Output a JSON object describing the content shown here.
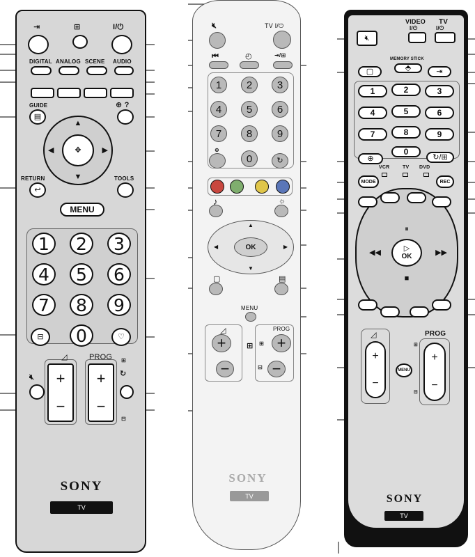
{
  "remote_1": {
    "labels": {
      "digital": "DIGITAL",
      "analog": "ANALOG",
      "scene": "SCENE",
      "audio": "AUDIO",
      "guide": "GUIDE",
      "return": "RETURN",
      "tools": "TOOLS",
      "menu": "MENU",
      "prog": "PROG"
    },
    "numbers": [
      "1",
      "2",
      "3",
      "4",
      "5",
      "6",
      "7",
      "8",
      "9",
      "0"
    ],
    "plus": "+",
    "minus": "−",
    "logo": "SONY",
    "badge": "TV"
  },
  "remote_2": {
    "labels": {
      "tv_power": "TV I/⏻",
      "ok": "OK",
      "menu": "MENU",
      "prog": "PROG"
    },
    "numbers": [
      "1",
      "2",
      "3",
      "4",
      "5",
      "6",
      "7",
      "8",
      "9",
      "0"
    ],
    "color_keys": [
      "#c8473f",
      "#7fae6e",
      "#e0c64a",
      "#5a76b8"
    ],
    "plus": "+",
    "minus": "−",
    "logo": "SONY",
    "badge": "TV"
  },
  "remote_3": {
    "labels": {
      "video": "VIDEO",
      "tv": "TV",
      "memory_stick": "MEMORY STICK",
      "mode": "MODE",
      "rec": "REC",
      "vcr": "VCR",
      "tv_mode": "TV",
      "dvd": "DVD",
      "ok": "OK",
      "menu": "MENU",
      "prog": "PROG"
    },
    "numbers": [
      "1",
      "2",
      "3",
      "4",
      "5",
      "6",
      "7",
      "8",
      "9",
      "0"
    ],
    "plus": "+",
    "minus": "−",
    "logo": "SONY",
    "badge": "TV"
  },
  "icons": [
    "input-icon",
    "power-icon",
    "mute-icon",
    "teletext-icon",
    "info-icon",
    "help-icon",
    "favourite-icon",
    "sound-icon",
    "picture-icon",
    "jump-icon",
    "rewind-icon",
    "fast-forward-icon",
    "play-icon",
    "pause-icon",
    "stop-icon"
  ]
}
